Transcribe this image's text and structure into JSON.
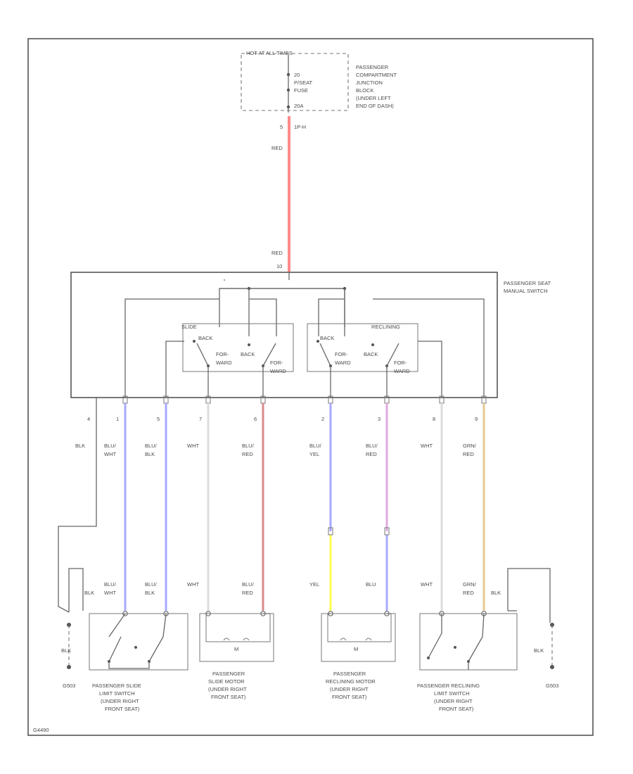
{
  "fuse_block": {
    "header": "HOT AT ALL TIMES",
    "fuse_lines": [
      "20",
      "P/SEAT",
      "FUSE",
      "20A"
    ],
    "location_lines": [
      "PASSENGER",
      "COMPARTMENT",
      "JUNCTION",
      "BLOCK",
      "(UNDER LEFT",
      "END OF DASH)"
    ],
    "connector_pin": "5",
    "connector_id": "1P-H"
  },
  "feed_wire": {
    "top_label": "RED",
    "bottom_label": "RED",
    "switch_pin": "10"
  },
  "manual_switch": {
    "label_lines": [
      "PASSENGER SEAT",
      "MANUAL SWITCH"
    ],
    "slide": {
      "title": "SLIDE",
      "back": "BACK",
      "fore_left": "FOR-",
      "fore_left_2": "WARD",
      "back2": "BACK",
      "fore_right": "FOR-",
      "fore_right_2": "WARD"
    },
    "recline": {
      "title": "RECLINING",
      "back": "BACK",
      "fore_left": "FOR-",
      "fore_left_2": "WARD",
      "back2": "BACK",
      "fore_right": "FOR-",
      "fore_right_2": "WARD"
    }
  },
  "wires": [
    {
      "pin": "4",
      "label1": "BLK",
      "label2": "",
      "color": "#555555",
      "lower1": "BLK",
      "lower2": ""
    },
    {
      "pin": "1",
      "label1": "BLU/",
      "label2": "WHT",
      "color": "#a8a8ff",
      "lower1": "BLU/",
      "lower2": "WHT"
    },
    {
      "pin": "5",
      "label1": "BLU/",
      "label2": "BLK",
      "color": "#a8a8ff",
      "lower1": "BLU/",
      "lower2": "BLK"
    },
    {
      "pin": "7",
      "label1": "WHT",
      "label2": "",
      "color": "#dddddd",
      "lower1": "WHT",
      "lower2": ""
    },
    {
      "pin": "6",
      "label1": "BLU/",
      "label2": "RED",
      "color": "#d98a8a",
      "lower1": "BLU/",
      "lower2": "RED"
    },
    {
      "pin": "2",
      "label1": "BLU/",
      "label2": "YEL",
      "color": "#a8a8ff",
      "lower1": "YEL",
      "lower2": "",
      "lower_color": "#ffff55"
    },
    {
      "pin": "3",
      "label1": "BLU/",
      "label2": "RED",
      "color": "#e0a8e0",
      "lower1": "BLU",
      "lower2": "",
      "lower_color": "#a8a8ff"
    },
    {
      "pin": "8",
      "label1": "WHT",
      "label2": "",
      "color": "#dddddd",
      "lower1": "WHT",
      "lower2": ""
    },
    {
      "pin": "9",
      "label1": "GRN/",
      "label2": "RED",
      "color": "#e6c890",
      "lower1": "GRN/",
      "lower2": "RED"
    }
  ],
  "components": [
    {
      "lines": [
        "PASSENGER SLIDE",
        "LIMIT SWITCH",
        "(UNDER RIGHT",
        "FRONT SEAT)"
      ]
    },
    {
      "lines": [
        "PASSENGER",
        "SLIDE MOTOR",
        "(UNDER RIGHT",
        "FRONT SEAT)"
      ],
      "motor": "M"
    },
    {
      "lines": [
        "PASSENGER",
        "RECLINING MOTOR",
        "(UNDER RIGHT",
        "FRONT SEAT)"
      ],
      "motor": "M"
    },
    {
      "lines": [
        "PASSENGER RECLINING",
        "LIMIT SWITCH",
        "(UNDER RIGHT",
        "FRONT SEAT)"
      ]
    }
  ],
  "grounds": [
    {
      "wire": "BLK",
      "id": "G503",
      "top_label": "BLK"
    },
    {
      "wire": "BLK",
      "id": "G503",
      "top_label": "BLK"
    }
  ],
  "footer_code": "G4490"
}
